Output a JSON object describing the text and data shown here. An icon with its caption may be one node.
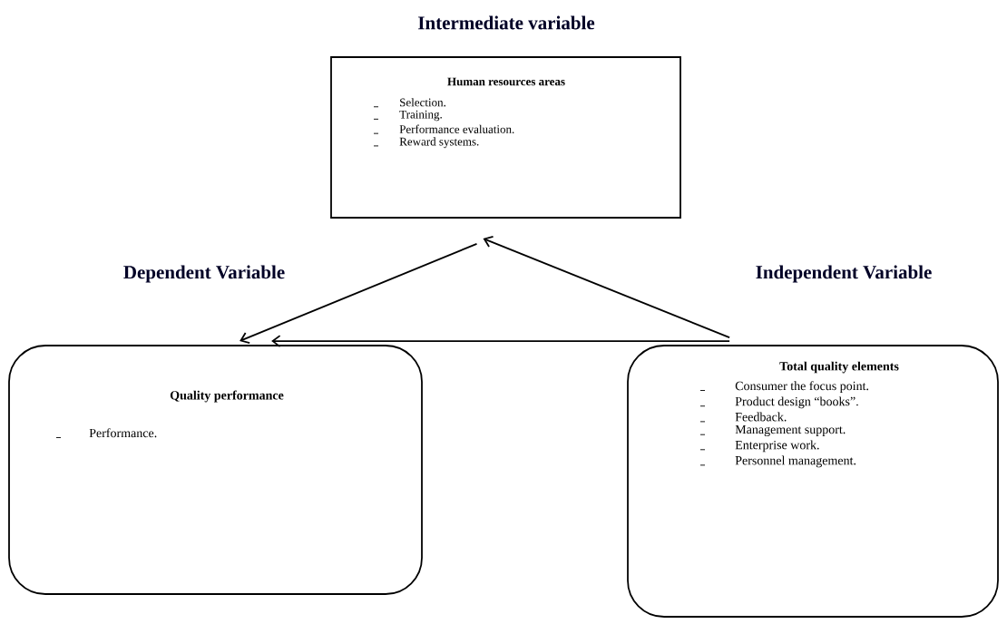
{
  "diagram": {
    "nodes": [
      {
        "text": [
          "Intermediate variable",
          "Human resources areas",
          "Selection.",
          "Training.",
          "Performance evaluation.",
          "Reward systems."
        ]
      },
      {
        "text": [
          "Dependent Variable",
          "Quality performance",
          "Performance."
        ]
      },
      {
        "text": [
          "Independent Variable",
          "Total quality elements",
          "Consumer the focus point.",
          "Product design “books”.",
          "Feedback.",
          "Management support.",
          "Enterprise work.",
          "Personnel management."
        ]
      }
    ],
    "edges": [
      {
        "from": 2,
        "to": 0,
        "arrow": "to"
      },
      {
        "from": 0,
        "to": 1,
        "arrow": "to"
      },
      {
        "from": 2,
        "to": 1,
        "arrow": "to"
      }
    ]
  }
}
